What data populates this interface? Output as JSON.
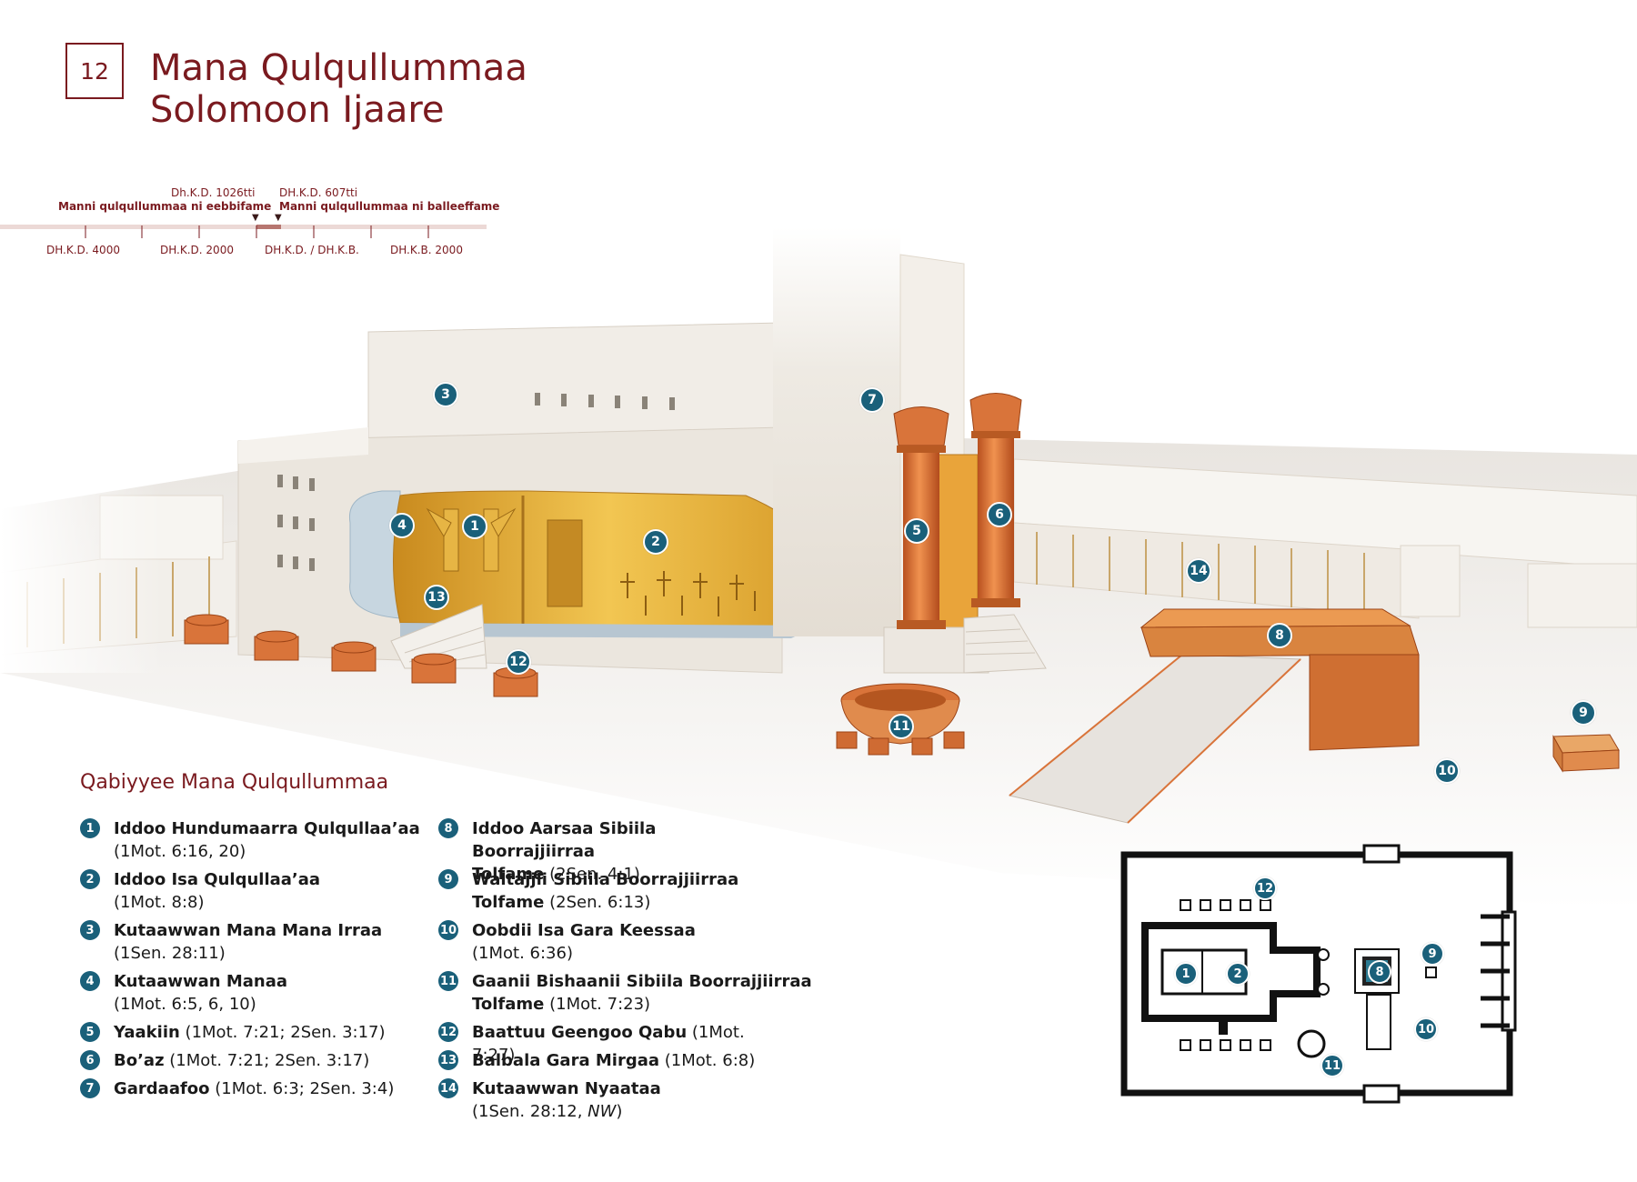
{
  "header": {
    "page_number": "12",
    "title_line1": "Mana Qulqullummaa",
    "title_line2": "Solomoon Ijaare"
  },
  "timeline": {
    "event1_date": "Dh.K.D. 1026tti",
    "event1_label": "Manni qulqullummaa ni eebbifame",
    "event2_date": "DH.K.D. 607tti",
    "event2_label": "Manni qulqullummaa ni balleeffame",
    "ticks": [
      "DH.K.D. 4000",
      "DH.K.D. 2000",
      "DH.K.D. / DH.K.B.",
      "DH.K.B. 2000"
    ]
  },
  "markers": [
    "1",
    "2",
    "3",
    "4",
    "5",
    "6",
    "7",
    "8",
    "9",
    "10",
    "11",
    "12",
    "13",
    "14"
  ],
  "plan_markers": [
    "1",
    "2",
    "8",
    "9",
    "10",
    "11",
    "12"
  ],
  "legend": {
    "title": "Qabiyyee Mana Qulqullummaa",
    "items": [
      {
        "num": "1",
        "name": "Iddoo Hundumaarra Qulqullaa’aa",
        "line2": "(1Mot. 6:16, 20)"
      },
      {
        "num": "2",
        "name": "Iddoo Isa Qulqullaa’aa",
        "line2": "(1Mot. 8:8)"
      },
      {
        "num": "3",
        "name": "Kutaawwan Mana Mana Irraa",
        "line2": "(1Sen. 28:11)"
      },
      {
        "num": "4",
        "name": "Kutaawwan Manaa",
        "line2": "(1Mot. 6:5, 6, 10)"
      },
      {
        "num": "5",
        "name": "Yaakiin",
        "ref": "(1Mot. 7:21; 2Sen. 3:17)"
      },
      {
        "num": "6",
        "name": "Bo’az",
        "ref": "(1Mot. 7:21; 2Sen. 3:17)"
      },
      {
        "num": "7",
        "name": "Gardaafoo",
        "ref": "(1Mot. 6:3; 2Sen. 3:4)"
      },
      {
        "num": "8",
        "name": "Iddoo Aarsaa Sibiila Boorrajjiirraa",
        "name2": "Tolfame",
        "ref2": "(2Sen. 4:1)"
      },
      {
        "num": "9",
        "name": "Waltajjii Sibiila Boorrajjiirraa",
        "name2": "Tolfame",
        "ref2": "(2Sen. 6:13)"
      },
      {
        "num": "10",
        "name": "Oobdii Isa Gara Keessaa",
        "line2": "(1Mot. 6:36)"
      },
      {
        "num": "11",
        "name": "Gaanii Bishaanii Sibiila Boorrajjiirraa",
        "name2": "Tolfame",
        "ref2": "(1Mot. 7:23)"
      },
      {
        "num": "12",
        "name": "Baattuu Geengoo Qabu",
        "ref": "(1Mot. 7:27)"
      },
      {
        "num": "13",
        "name": "Balbala Gara Mirgaa",
        "ref": "(1Mot. 6:8)"
      },
      {
        "num": "14",
        "name": "Kutaawwan Nyaataa",
        "line2": "(1Sen. 28:12, ",
        "line2_italic": "NW",
        "line2_end": ")"
      }
    ]
  },
  "colors": {
    "accent": "#7a1a1f",
    "marker": "#1a607a",
    "copper": "#d9743a",
    "gold": "#e8b13a",
    "stone": "#efebe4"
  }
}
